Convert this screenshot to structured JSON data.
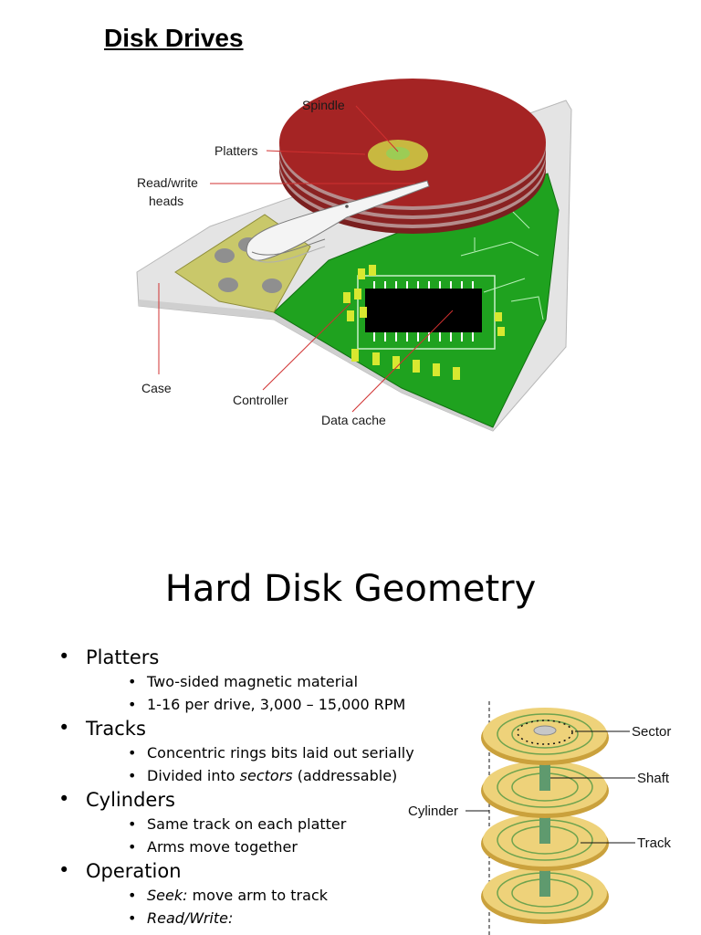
{
  "title": "Disk Drives",
  "diagram_labels": {
    "spindle": "Spindle",
    "platters": "Platters",
    "heads_line1": "Read/write",
    "heads_line2": "heads",
    "case": "Case",
    "controller": "Controller",
    "data_cache": "Data cache"
  },
  "section_title": "Hard Disk Geometry",
  "bullets": [
    {
      "text": "Platters",
      "sub": [
        "Two-sided magnetic material",
        "1-16 per drive, 3,000 – 15,000 RPM"
      ]
    },
    {
      "text": "Tracks",
      "sub_rich": [
        [
          {
            "t": "Concentric rings bits laid out serially"
          }
        ],
        [
          {
            "t": "Divided into "
          },
          {
            "t": "sectors",
            "i": true
          },
          {
            "t": " (addressable)"
          }
        ]
      ]
    },
    {
      "text": "Cylinders",
      "sub": [
        "Same track on each platter",
        "Arms move together"
      ]
    },
    {
      "text": "Operation",
      "sub_rich": [
        [
          {
            "t": "Seek:",
            "i": true
          },
          {
            "t": " move arm to track"
          }
        ],
        [
          {
            "t": "Read/Write:",
            "i": true
          }
        ]
      ]
    }
  ],
  "geometry_labels": {
    "sector": "Sector",
    "shaft": "Shaft",
    "track": "Track",
    "cylinder": "Cylinder"
  }
}
